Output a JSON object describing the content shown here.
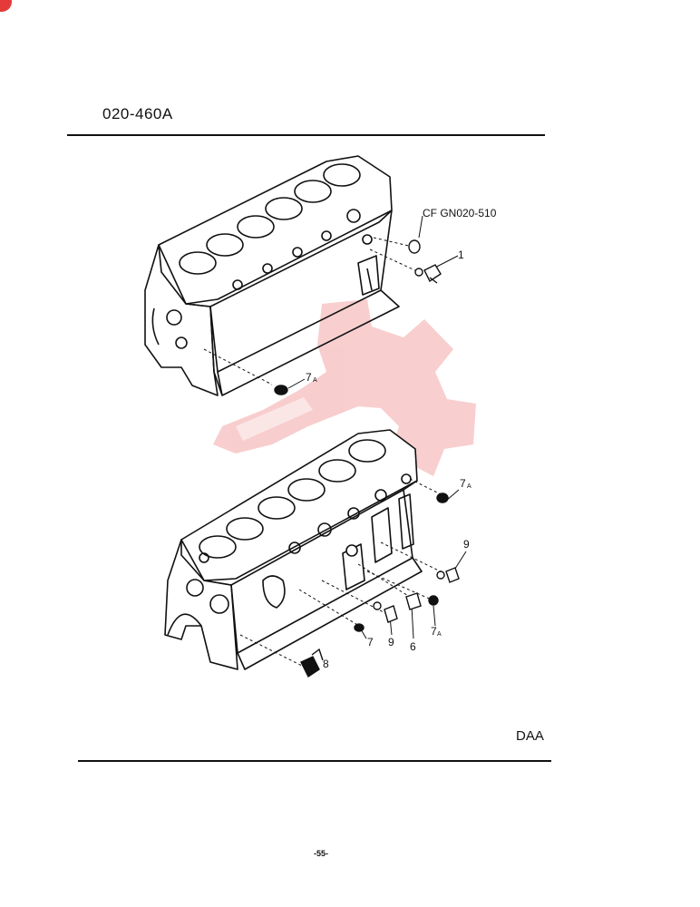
{
  "header": {
    "doc_code": "020-460A"
  },
  "callouts": {
    "cf_ref": "CF GN020-510",
    "part_1": "1",
    "part_7a_top": "7",
    "part_7a_right": "7",
    "part_9_right": "9",
    "part_7": "7",
    "part_9": "9",
    "part_6": "6",
    "part_7a_bottom": "7",
    "part_8": "8",
    "sub_a": "A"
  },
  "footer": {
    "suffix": "DAA",
    "page_number": "-55-"
  },
  "colors": {
    "ink": "#111111",
    "watermark": "#f3a6a6",
    "corner_badge": "#e53a3a"
  }
}
